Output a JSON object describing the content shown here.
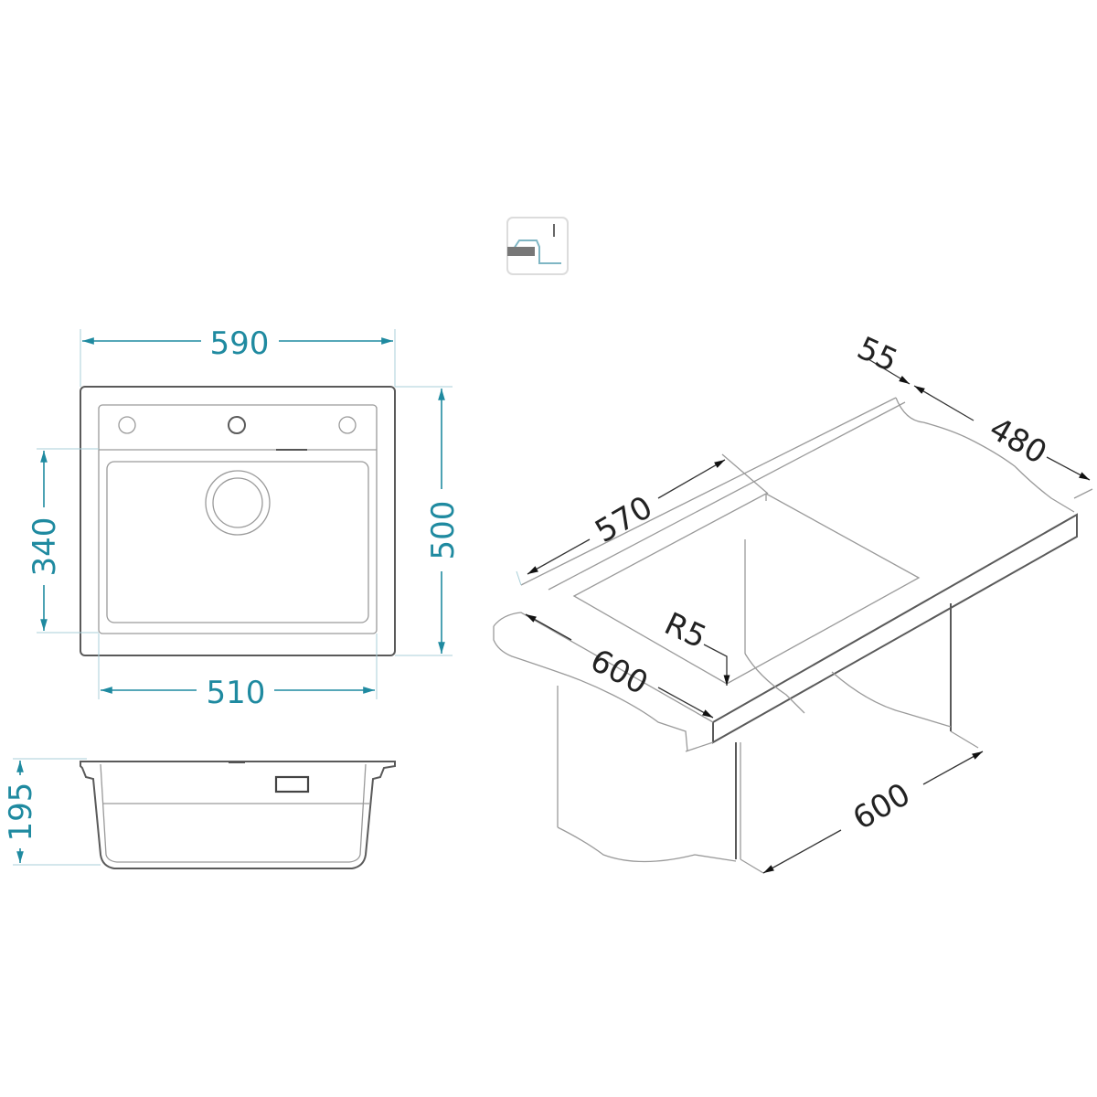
{
  "colors": {
    "dimension": "#1f8aa0",
    "outline": "#5a5a5a",
    "iso_dimension": "#222222"
  },
  "icon": {
    "name": "undermount-installation-icon"
  },
  "top_view": {
    "width_outer": "590",
    "width_bowl": "510",
    "depth_outer": "500",
    "depth_bowl": "340"
  },
  "side_view": {
    "height": "195"
  },
  "installation_view": {
    "cutout_width": "570",
    "edge_offset": "55",
    "cutout_depth": "480",
    "corner_radius": "R5",
    "countertop_depth": "600",
    "cabinet_width": "600"
  }
}
